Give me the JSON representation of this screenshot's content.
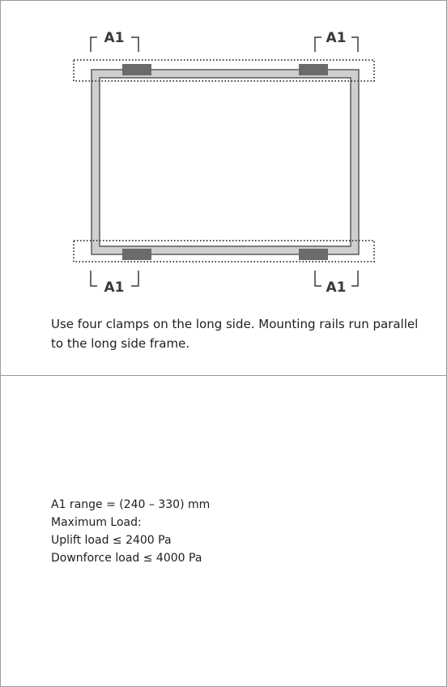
{
  "diagram": {
    "dimension_label": "A1",
    "colors": {
      "frame_fill": "#cfcfcf",
      "frame_stroke": "#5a5a5a",
      "clamp": "#6b6b6b",
      "rail_dots": "#444444"
    }
  },
  "caption": "Use four clamps on the long side. Mounting rails run parallel to the long side frame.",
  "specs": [
    "A1 range = (240 – 330) mm",
    "Maximum Load:",
    "Uplift load ≤ 2400 Pa",
    "Downforce load ≤ 4000 Pa"
  ]
}
